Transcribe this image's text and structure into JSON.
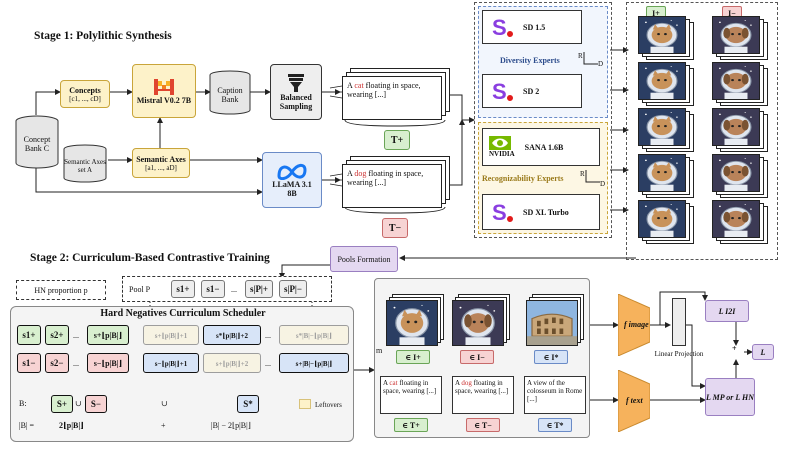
{
  "stage1": {
    "title": "Stage 1: Polylithic Synthesis",
    "concept_bank": "Concept Bank C",
    "concepts_title": "Concepts",
    "concepts_formula": "[c1, ..., cD]",
    "semantic_axes_set": "Semantic Axes set A",
    "semantic_axes_title": "Semantic Axes",
    "semantic_axes_formula": "[a1, ..., aD]",
    "mistral": "Mistral V0.2 7B",
    "llama": "LLaMA 3.1 8B",
    "caption_bank": "Caption Bank",
    "balanced_sampling": "Balanced Sampling",
    "pos_caption_prefix": "A",
    "pos_caption_word": "cat",
    "pos_caption_rest": "floating in space, wearing [...]",
    "neg_caption_prefix": "A",
    "neg_caption_word": "dog",
    "neg_caption_rest": "floating in space, wearing [...]",
    "t_plus": "T+",
    "t_minus": "T−",
    "diversity_experts": "Diversity Experts",
    "recognizability_experts": "Recognizability Experts",
    "sd15": "SD 1.5",
    "sd2": "SD 2",
    "sana": "SANA 1.6B",
    "nvidia": "NVIDIA",
    "sdxl": "SD XL Turbo",
    "axis_r": "R",
    "axis_d": "D",
    "i_plus": "I+",
    "i_minus": "I−"
  },
  "stage2": {
    "title": "Stage 2: Curriculum-Based Contrastive Training",
    "pools_formation": "Pools Formation",
    "hn_proportion": "HN proportion p",
    "pool_p": "Pool P",
    "pool_cells": [
      "s1+",
      "s1−",
      "...",
      "s|P|+",
      "s|P|−"
    ],
    "scheduler_title": "Hard Negatives Curriculum Scheduler",
    "pos_row": [
      "s1+",
      "s2+",
      "...",
      "s+⌊p|B|⌋"
    ],
    "neg_row": [
      "s1−",
      "s2−",
      "...",
      "s−⌊p|B|⌋"
    ],
    "mid_top": [
      "s+⌊p|B|⌋+1",
      "s*⌊p|B|⌋+2",
      "...",
      "s*|B|−⌊p|B|⌋"
    ],
    "mid_bot": [
      "s−⌊p|B|⌋+1",
      "s+⌊p|B|⌋+2",
      "...",
      "s+|B|−⌊p|B|⌋"
    ],
    "b_label": "B:",
    "b_size_label": "|B| =",
    "s_plus": "S+",
    "union": "∪",
    "s_minus": "S−",
    "union2": "∪",
    "s_star": "S*",
    "size_left": "2⌊p|B|⌋",
    "plus": "+",
    "size_right": "|B| − 2⌊p|B|⌋",
    "leftovers": "Leftovers",
    "m_label": "m",
    "img_pos": "∈ I+",
    "img_neg": "∈ I−",
    "img_star": "∈ I*",
    "txt_pos_prefix": "A",
    "txt_pos_word": "cat",
    "txt_pos_rest": "floating in space, wearing [...]",
    "txt_neg_prefix": "A",
    "txt_neg_word": "dog",
    "txt_neg_rest": "floating in space, wearing [...]",
    "txt_star": "A view of the colosseum in Rome [...]",
    "tag_tpos": "∈ T+",
    "tag_tneg": "∈ T−",
    "tag_tstar": "∈ T*",
    "f_image": "f image",
    "f_text": "f text",
    "linear_projection": "Linear Projection",
    "loss_i2i": "L I2I",
    "loss_total": "L",
    "loss_mp": "L MP or L HN",
    "plus_sym": "+"
  },
  "colors": {
    "pos_green": "#d8efcf",
    "neg_red": "#f7d3d3",
    "star_blue": "#d7e4f7",
    "concept_yellow": "#fdf2c9",
    "loss_purple": "#e4d8f1",
    "f_orange": "#f6b25c"
  }
}
